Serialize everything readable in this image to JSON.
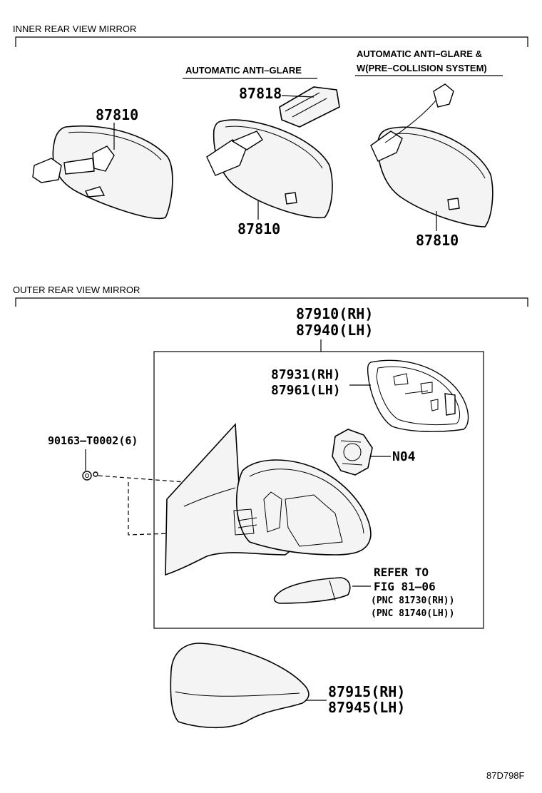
{
  "sections": {
    "inner": "INNER REAR VIEW MIRROR",
    "outer": "OUTER REAR VIEW MIRROR"
  },
  "variants": {
    "auto_antiglare": "AUTOMATIC ANTI–GLARE",
    "auto_antiglare_pcs_line1": "AUTOMATIC ANTI–GLARE &",
    "auto_antiglare_pcs_line2": "W(PRE–COLLISION SYSTEM)"
  },
  "parts": {
    "p87810_a": "87810",
    "p87818": "87818",
    "p87810_b": "87810",
    "p87810_c": "87810",
    "p87910": "87910(RH)",
    "p87940": "87940(LH)",
    "p87931": "87931(RH)",
    "p87961": "87961(LH)",
    "p90163": "90163–T0002(6)",
    "pN04": "N04",
    "p87915": "87915(RH)",
    "p87945": "87945(LH)"
  },
  "reference": {
    "line1": "REFER TO",
    "line2": "FIG 81–06",
    "line3": "(PNC 81730(RH))",
    "line4": "(PNC 81740(LH))"
  },
  "diagram_code": "87D798F"
}
